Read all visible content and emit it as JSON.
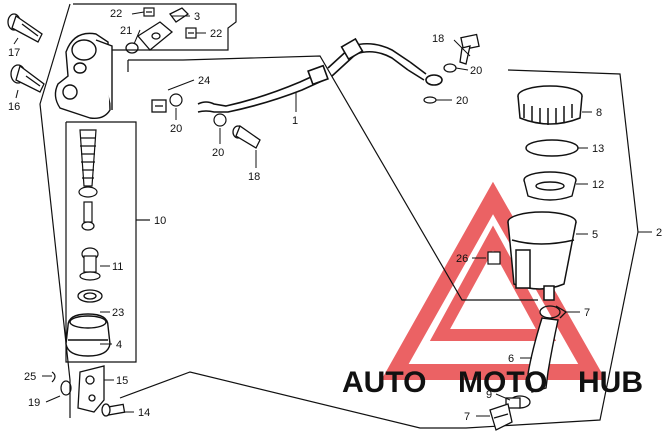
{
  "diagram": {
    "callouts": {
      "c22a": "22",
      "c3": "3",
      "c21": "21",
      "c22b": "22",
      "c17": "17",
      "c16": "16",
      "c24": "24",
      "c20a": "20",
      "c20b": "20",
      "c1": "1",
      "c18a": "18",
      "c18b": "18",
      "c20c": "20",
      "c20d": "20",
      "c8": "8",
      "c13": "13",
      "c12": "12",
      "c5": "5",
      "c2": "2",
      "c26": "26",
      "c7a": "7",
      "c6": "6",
      "c9": "9",
      "c7b": "7",
      "c10": "10",
      "c11": "11",
      "c23": "23",
      "c4": "4",
      "c25": "25",
      "c15": "15",
      "c19": "19",
      "c14": "14"
    }
  },
  "watermark": {
    "part_auto": "AUTO",
    "part_moto": "MOTO",
    "part_hub": "HUB",
    "colors": {
      "auto": "#f4b98c",
      "moto": "#f2a3a3",
      "hub": "#8e8e8e",
      "triangle": "#e8474a"
    }
  }
}
